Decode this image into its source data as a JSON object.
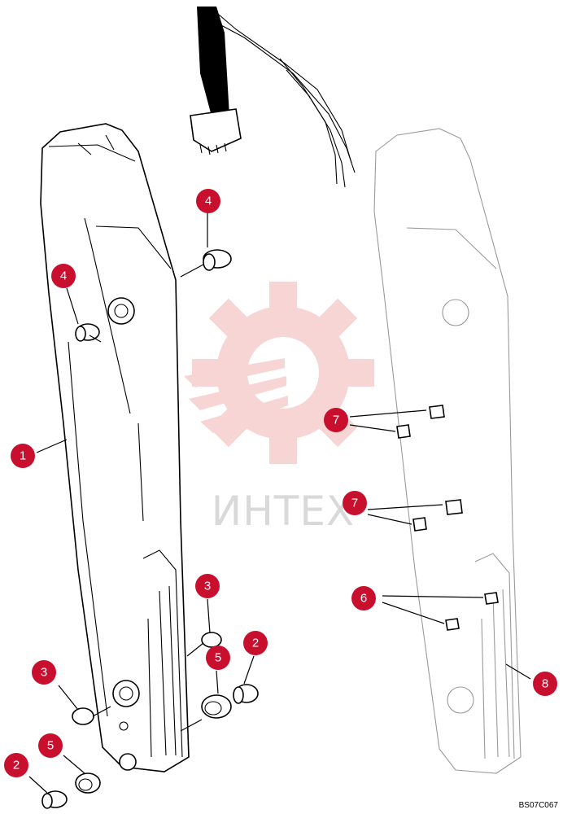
{
  "watermark": {
    "text": "ИНТЕХ",
    "logo_color": "#f4b3b3",
    "text_color": "#d9d9d9"
  },
  "drawing_code": "BS07C067",
  "badge_color": "#c8102e",
  "callouts": [
    {
      "id": "c1",
      "label": "1"
    },
    {
      "id": "c2a",
      "label": "2"
    },
    {
      "id": "c2b",
      "label": "2"
    },
    {
      "id": "c3a",
      "label": "3"
    },
    {
      "id": "c3b",
      "label": "3"
    },
    {
      "id": "c4a",
      "label": "4"
    },
    {
      "id": "c4b",
      "label": "4"
    },
    {
      "id": "c5a",
      "label": "5"
    },
    {
      "id": "c5b",
      "label": "5"
    },
    {
      "id": "c6",
      "label": "6"
    },
    {
      "id": "c7a",
      "label": "7"
    },
    {
      "id": "c7b",
      "label": "7"
    },
    {
      "id": "c8",
      "label": "8"
    }
  ]
}
